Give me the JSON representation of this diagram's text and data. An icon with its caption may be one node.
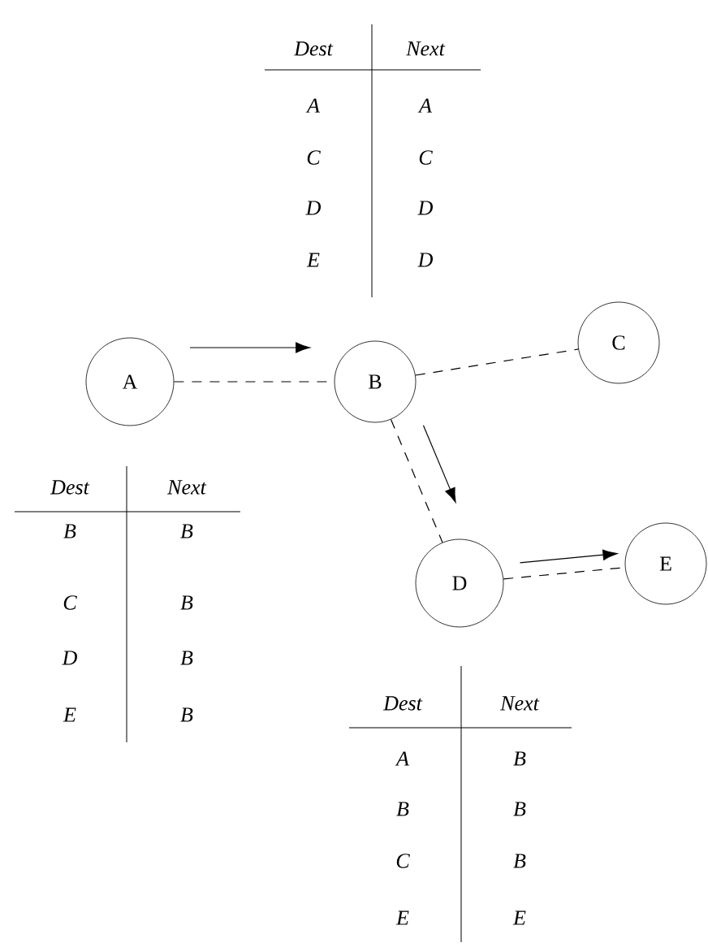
{
  "diagram": {
    "nodes": [
      {
        "text": [
          "A"
        ]
      },
      {
        "text": [
          "B"
        ]
      },
      {
        "text": [
          "C"
        ]
      },
      {
        "text": [
          "D"
        ]
      },
      {
        "text": [
          "E"
        ]
      }
    ],
    "edges": [
      {
        "from": 0,
        "to": 1,
        "arrow": "none",
        "style": "dashed"
      },
      {
        "from": 1,
        "to": 2,
        "arrow": "none",
        "style": "dashed"
      },
      {
        "from": 1,
        "to": 3,
        "arrow": "none",
        "style": "dashed"
      },
      {
        "from": 3,
        "to": 4,
        "arrow": "none",
        "style": "dashed"
      },
      {
        "from": 0,
        "to": 1,
        "arrow": "to"
      },
      {
        "from": 1,
        "to": 3,
        "arrow": "to"
      },
      {
        "from": 3,
        "to": 4,
        "arrow": "to"
      }
    ],
    "labels": [
      "Dest",
      "Next",
      "A",
      "A",
      "C",
      "C",
      "D",
      "D",
      "E",
      "D",
      "Dest",
      "Next",
      "B",
      "B",
      "C",
      "B",
      "D",
      "B",
      "E",
      "B",
      "Dest",
      "Next",
      "A",
      "B",
      "B",
      "B",
      "C",
      "B",
      "E",
      "E"
    ]
  }
}
